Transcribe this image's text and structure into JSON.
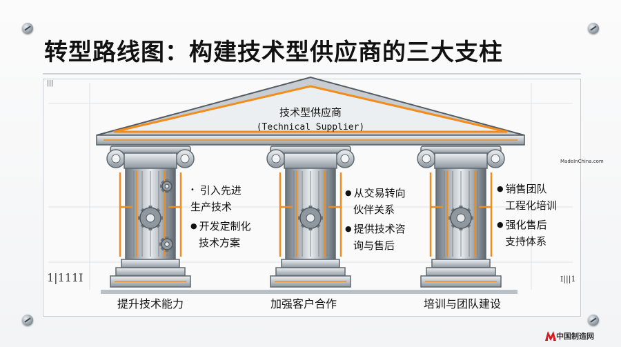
{
  "title": "转型路线图：构建技术型供应商的三大支柱",
  "pediment": {
    "zh": "技术型供应商",
    "en": "(Technical  Supplier)"
  },
  "pillars": [
    {
      "label": "提升技术能力",
      "bullets": [
        {
          "marker": "•",
          "lines": [
            "引入先进",
            "生产技术"
          ]
        },
        {
          "marker": "●",
          "lines": [
            "开发定制化",
            "技术方案"
          ]
        }
      ]
    },
    {
      "label": "加强客户合作",
      "bullets": [
        {
          "marker": "●",
          "lines": [
            "从交易转向",
            "伙伴关系"
          ]
        },
        {
          "marker": "●",
          "lines": [
            "提供技术咨",
            "询与售后"
          ]
        }
      ]
    },
    {
      "label": "培训与团队建设",
      "bullets": [
        {
          "marker": "●",
          "lines": [
            "销售团队",
            "工程化培训"
          ]
        },
        {
          "marker": "●",
          "lines": [
            "强化售后",
            "支持体系"
          ]
        }
      ]
    }
  ],
  "marks": {
    "left": "1|111I",
    "right": "I|||1",
    "frame": "|||"
  },
  "watermark": {
    "site": "MadeInChina.com",
    "brand": "中国制造网"
  },
  "colors": {
    "accent": "#f28c1a",
    "stone": "#a3abb3",
    "stone_dark": "#5f6870",
    "ink": "#111111"
  }
}
